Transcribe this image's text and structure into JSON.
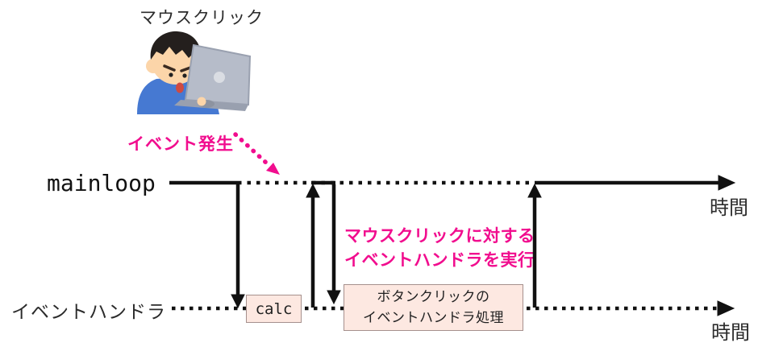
{
  "diagram": {
    "title_hint": "GUI event loop timing diagram",
    "mouse_click_label": "マウスクリック",
    "event_occurs_label": "イベント発生",
    "mainloop": {
      "label": "mainloop",
      "time_label": "時間"
    },
    "handler_lane": {
      "label": "イベントハンドラ",
      "time_label": "時間"
    },
    "calc_box": {
      "label": "calc"
    },
    "handler_box": {
      "line1": "ボタンクリックの",
      "line2": "イベントハンドラ処理"
    },
    "handler_note": {
      "line1": "マウスクリックに対する",
      "line2": "イベントハンドラを実行"
    },
    "icons": {
      "person": "person-at-laptop-illustration"
    },
    "colors": {
      "accent": "#f10d8e",
      "line": "#111111",
      "box_fill": "#fde8e1",
      "box_border": "#a5908d",
      "shirt_blue": "#4679d2",
      "laptop_gray": "#b6bcc9",
      "skin": "#fcd5a9"
    }
  }
}
